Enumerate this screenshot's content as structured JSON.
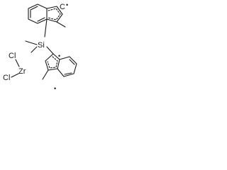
{
  "structure": {
    "atoms": {
      "si": "Si",
      "zr": "Zr",
      "cl_top": "Cl",
      "cl_bottom": "Cl"
    },
    "radical_marks": {
      "upper_c": "C",
      "upper_cdot": "•",
      "lower_dot": "•"
    }
  },
  "colors": {
    "ink": "#1a1a1a",
    "background": "#ffffff"
  }
}
